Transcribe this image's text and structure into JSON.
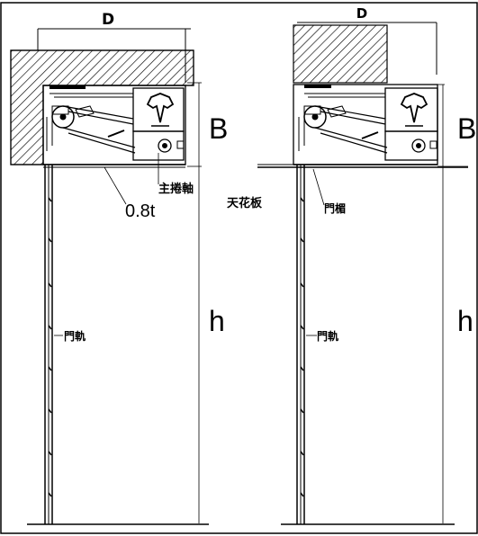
{
  "colors": {
    "line": "#000000",
    "background": "#ffffff"
  },
  "left": {
    "dim_depth": "D",
    "dim_box": "B",
    "dim_height": "h",
    "thickness": "0.8t",
    "main_shaft": "主捲軸",
    "rail": "門軌"
  },
  "right": {
    "dim_depth": "D",
    "dim_box": "B",
    "dim_height": "h",
    "ceiling": "天花板",
    "lintel": "門楣",
    "rail": "門軌"
  }
}
